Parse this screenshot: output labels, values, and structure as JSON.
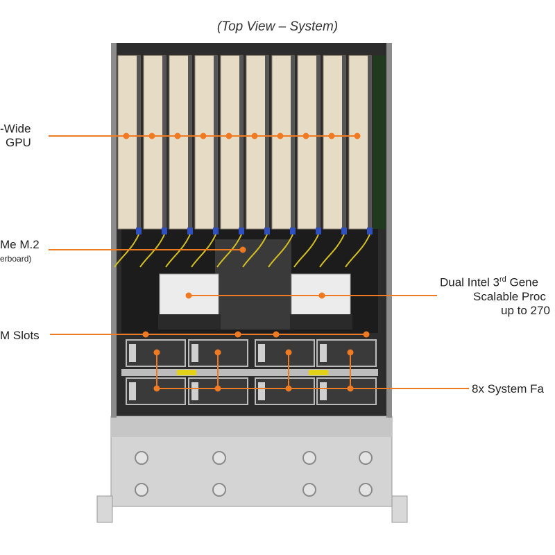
{
  "title": "(Top View – System)",
  "colors": {
    "callout": "#f07a22",
    "chassis": "#c8c8c8",
    "heatsink": "#e6dcc6"
  },
  "labels": {
    "gpu_line1": "-Wide",
    "gpu_line2": "GPU",
    "m2_line1": "Me M.2",
    "m2_line2": "erboard)",
    "dimm": "M Slots",
    "cpu_line1_a": "Dual Intel  3",
    "cpu_line1_sup": "rd",
    "cpu_line1_b": " Gene",
    "cpu_line2": "Scalable Proc",
    "cpu_line3": "up to 270",
    "fans": "8x System Fa"
  }
}
